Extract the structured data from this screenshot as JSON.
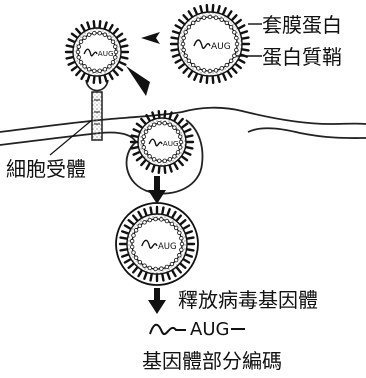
{
  "labels": {
    "envelope_protein": "套膜蛋白",
    "matrix_protein": "蛋白質鞘",
    "cell_receptor": "細胞受體",
    "release_genome": "釋放病毒基因體",
    "genome_encodes": "基因體部分編碼"
  },
  "genome": {
    "codon_text": "AUG",
    "small_codon_text": "AUG"
  },
  "colors": {
    "ink": "#111111",
    "stipple": "#9a9a9a"
  }
}
